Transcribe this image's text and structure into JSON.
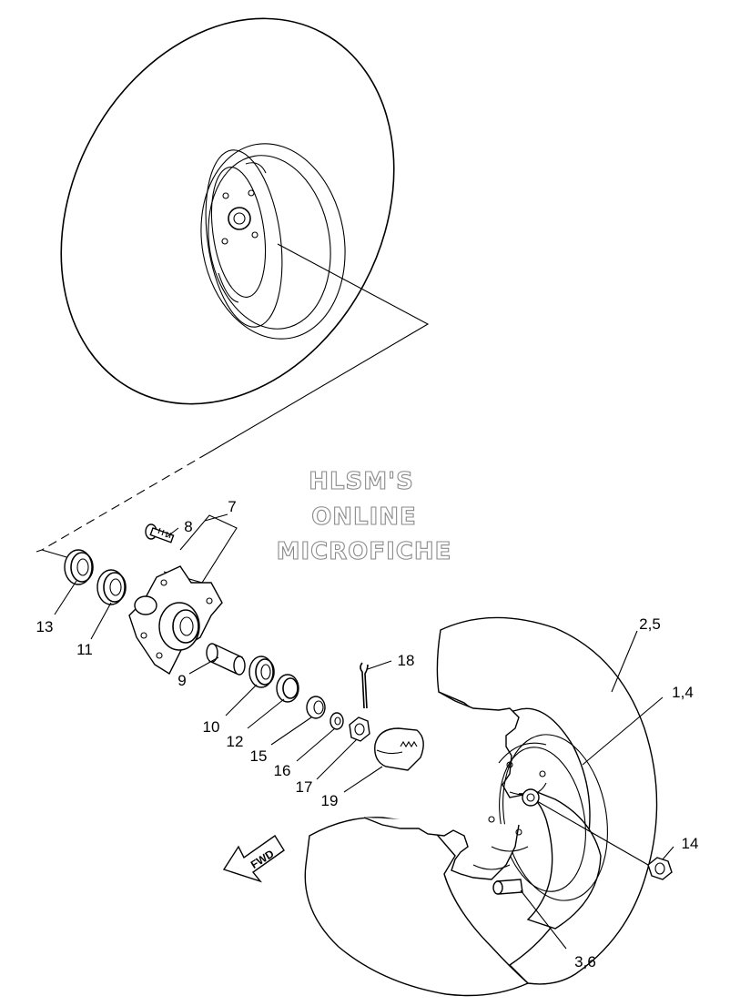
{
  "watermark": {
    "line1": "HLSM'S",
    "line2": "ONLINE",
    "line3": "MICROFICHE"
  },
  "direction_arrow": {
    "label": "FWD",
    "icon": "arrow-left-icon"
  },
  "callouts": {
    "p7": "7",
    "p8": "8",
    "p13": "13",
    "p11": "11",
    "p9": "9",
    "p10": "10",
    "p12": "12",
    "p15": "15",
    "p16": "16",
    "p17": "17",
    "p18": "18",
    "p19": "19",
    "p2_5": "2,5",
    "p1_4": "1,4",
    "p14": "14",
    "p3_6": "3,6"
  },
  "colors": {
    "line": "#000000",
    "watermark_outline": "#8a8a8a",
    "background": "#ffffff"
  }
}
